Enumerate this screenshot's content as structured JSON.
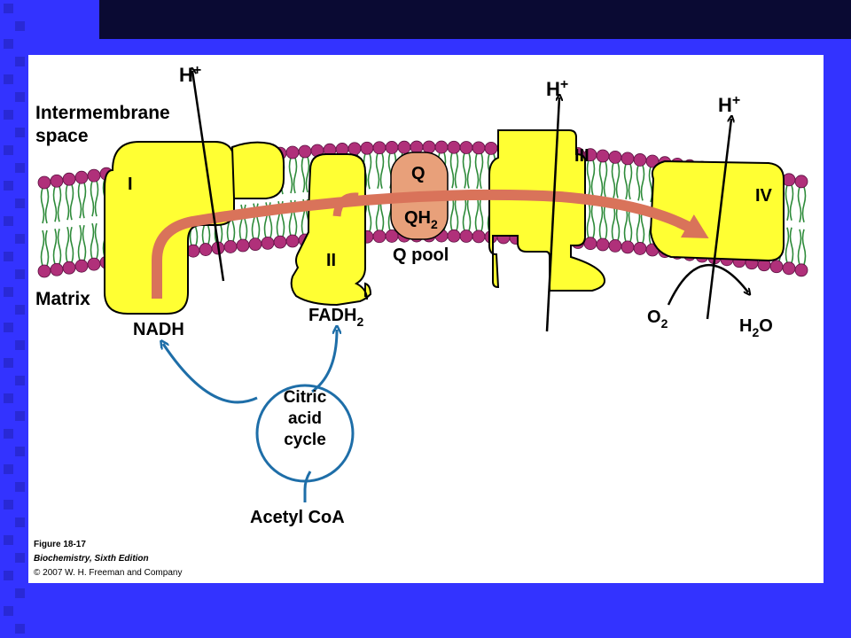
{
  "labels": {
    "intermembrane_line1": "Intermembrane",
    "intermembrane_line2": "space",
    "matrix": "Matrix",
    "complex_1": "I",
    "complex_2": "II",
    "complex_3": "III",
    "complex_4": "IV",
    "q": "Q",
    "qh2_main": "QH",
    "qh2_sub": "2",
    "q_pool": "Q pool",
    "h_plus_1": "H",
    "h_plus_2": "H",
    "h_plus_3": "H",
    "plus": "+",
    "nadh": "NADH",
    "fadh2_main": "FADH",
    "fadh2_sub": "2",
    "o2_main": "O",
    "o2_sub": "2",
    "h2o_h": "H",
    "h2o_sub": "2",
    "h2o_o": "O",
    "citric_line1": "Citric",
    "citric_line2": "acid",
    "citric_line3": "cycle",
    "acetyl_coa": "Acetyl CoA"
  },
  "caption": {
    "figure": "Figure 18-17",
    "book": "Biochemistry, Sixth Edition",
    "copyright": "© 2007 W. H. Freeman and Company"
  },
  "colors": {
    "slide_background": "#3333ff",
    "complex_fill": "#ffff33",
    "q_fill": "#e8a07a",
    "electron_path": "#d9735a",
    "lipid_head": "#b0307a",
    "lipid_tail": "#2e8b3a",
    "cycle_arrows": "#1e6ea8"
  }
}
